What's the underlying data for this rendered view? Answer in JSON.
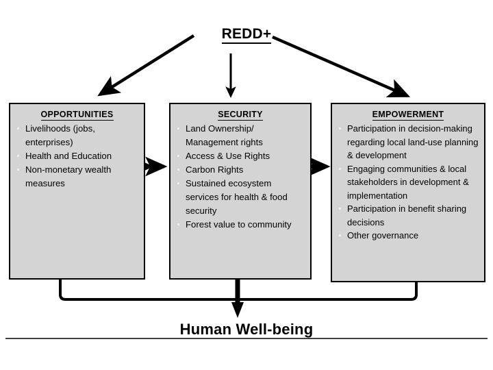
{
  "diagram": {
    "title": "REDD+",
    "outcome_label": "Human Well-being",
    "box_fill_color": "#d4d4d4",
    "stroke_color": "#000000",
    "pillars": [
      {
        "heading": "OPPORTUNITIES",
        "bullets": [
          "Livelihoods (jobs, enterprises)",
          "Health and Education",
          "Non-monetary wealth measures"
        ]
      },
      {
        "heading": "SECURITY",
        "bullets": [
          "Land Ownership/ Management rights",
          "Access & Use Rights",
          "Carbon Rights",
          "Sustained ecosystem services for health & food security",
          "Forest value to community"
        ]
      },
      {
        "heading": "EMPOWERMENT",
        "bullets": [
          "Participation in decision-making regarding local land-use planning & development",
          "Engaging communities & local stakeholders in development & implementation",
          "Participation in benefit sharing decisions",
          "Other governance"
        ]
      }
    ],
    "connectors": [
      {
        "name": "redd-to-opportunities",
        "type": "arrow-down-left"
      },
      {
        "name": "redd-to-security",
        "type": "arrow-down"
      },
      {
        "name": "redd-to-empowerment",
        "type": "arrow-down-right"
      },
      {
        "name": "opportunities-security-link",
        "type": "double-arrow"
      },
      {
        "name": "security-empowerment-link",
        "type": "double-arrow"
      },
      {
        "name": "pillars-to-wellbeing",
        "type": "bracket-arrow-down"
      }
    ]
  }
}
